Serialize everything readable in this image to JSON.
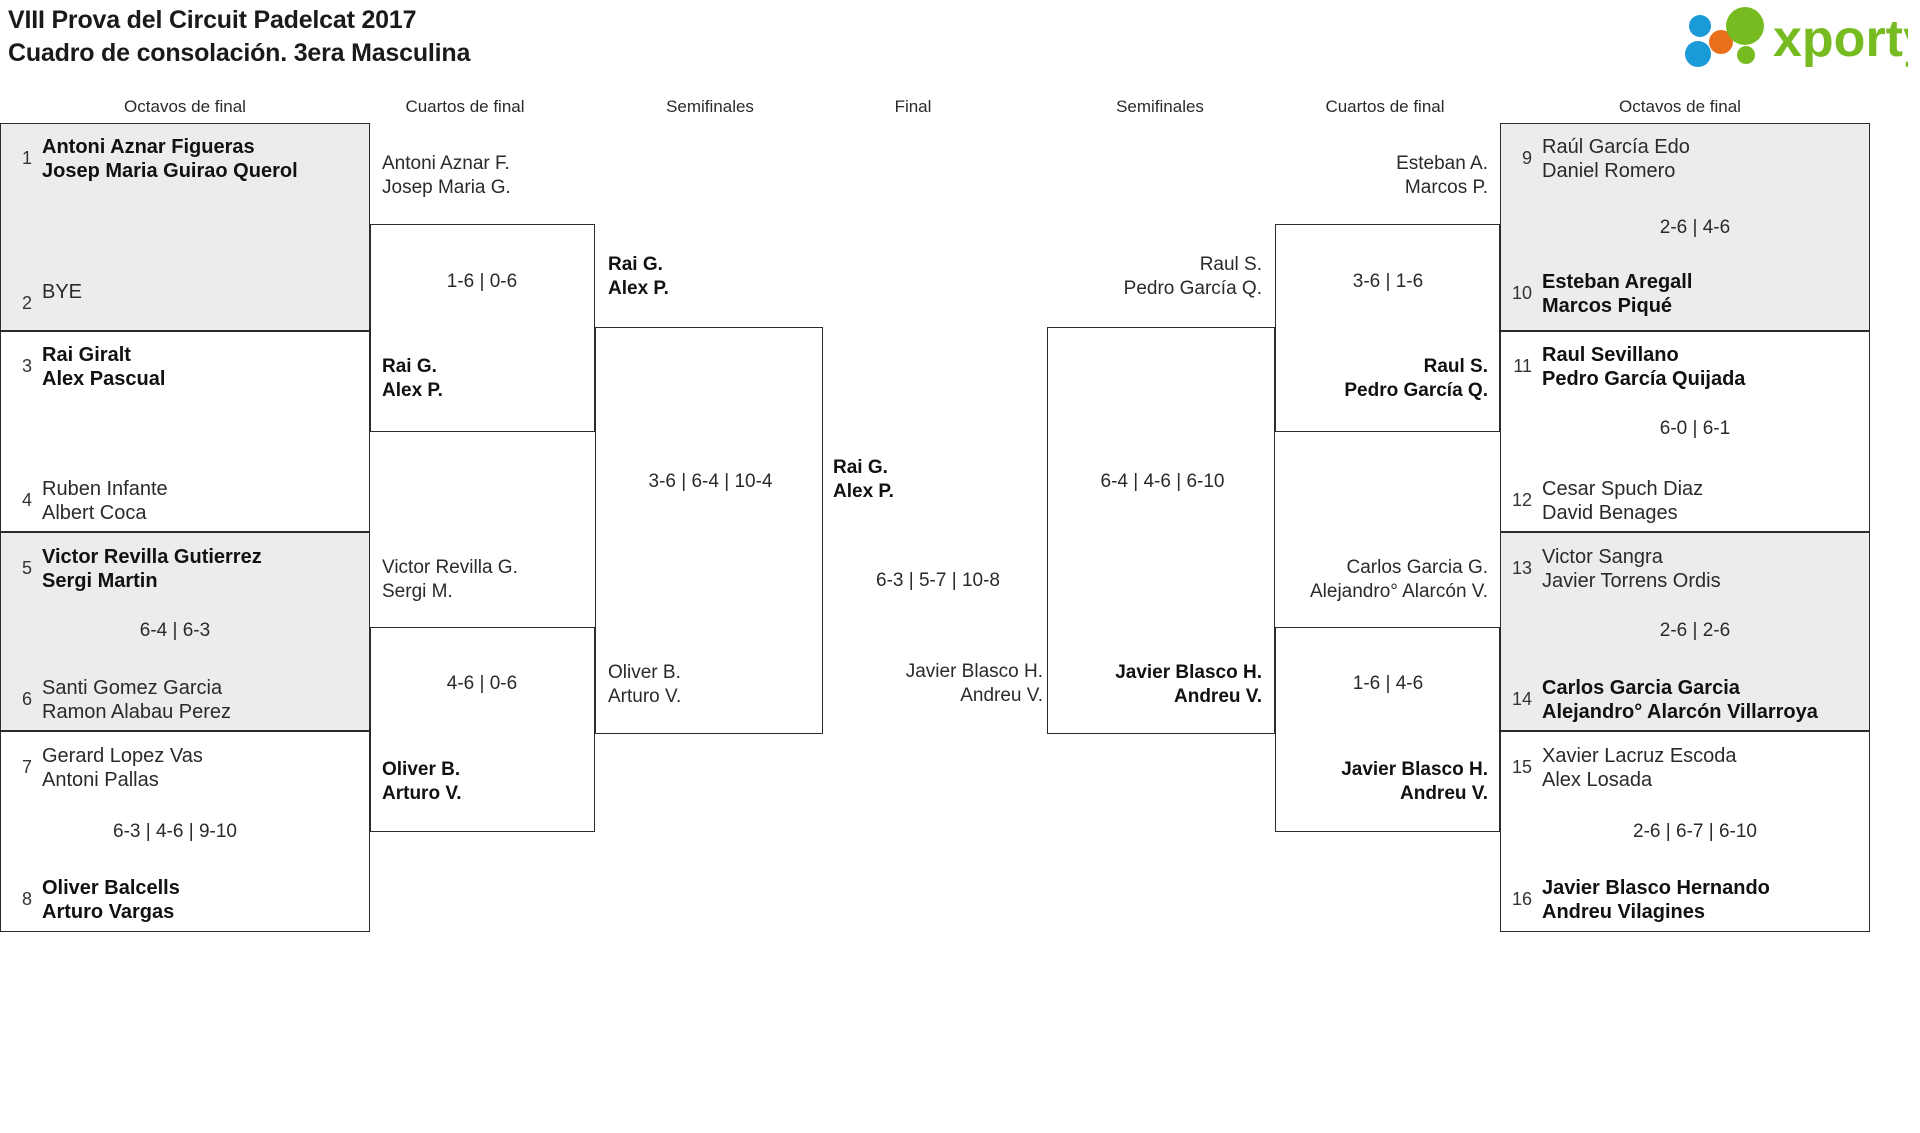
{
  "header": {
    "title_line1": "VIII Prova del Circuit Padelcat 2017",
    "title_line2": "Cuadro de consolación. 3era Masculina",
    "logo_text": "xporty",
    "logo_colors": {
      "green": "#76bc21",
      "blue": "#1a9ad7",
      "orange": "#e8701a"
    }
  },
  "columns": [
    {
      "label": "Octavos de final"
    },
    {
      "label": "Cuartos de final"
    },
    {
      "label": "Semifinales"
    },
    {
      "label": "Final"
    },
    {
      "label": "Semifinales"
    },
    {
      "label": "Cuartos de final"
    },
    {
      "label": "Octavos de final"
    }
  ],
  "left": {
    "round16": [
      {
        "seed": "1",
        "p1": "Antoni Aznar Figueras",
        "p2": "Josep Maria Guirao Querol",
        "winner": true,
        "shaded": true
      },
      {
        "seed": "2",
        "p1": "BYE",
        "p2": "",
        "winner": false,
        "shaded": true
      },
      {
        "seed": "3",
        "p1": "Rai Giralt",
        "p2": "Alex Pascual",
        "winner": true,
        "shaded": false
      },
      {
        "seed": "4",
        "p1": "Ruben Infante",
        "p2": "Albert Coca",
        "winner": false,
        "shaded": false
      },
      {
        "seed": "5",
        "p1": "Victor Revilla Gutierrez",
        "p2": "Sergi Martin",
        "winner": true,
        "shaded": true
      },
      {
        "seed": "6",
        "p1": "Santi Gomez Garcia",
        "p2": "Ramon Alabau Perez",
        "winner": false,
        "shaded": true
      },
      {
        "seed": "7",
        "p1": "Gerard Lopez Vas",
        "p2": "Antoni Pallas",
        "winner": false,
        "shaded": false
      },
      {
        "seed": "8",
        "p1": "Oliver Balcells",
        "p2": "Arturo Vargas",
        "winner": true,
        "shaded": false
      }
    ],
    "round16_scores": [
      "",
      "6-4 | 6-3",
      "6-3 | 4-6 | 9-10"
    ],
    "quarters": [
      {
        "top_p1": "Antoni Aznar F.",
        "top_p2": "Josep Maria G.",
        "top_win": false,
        "bot_p1": "Rai G.",
        "bot_p2": "Alex P.",
        "bot_win": true,
        "score": "1-6 | 0-6"
      },
      {
        "top_p1": "Victor Revilla G.",
        "top_p2": "Sergi M.",
        "top_win": false,
        "bot_p1": "Oliver B.",
        "bot_p2": "Arturo V.",
        "bot_win": true,
        "score": "4-6 | 0-6"
      }
    ],
    "semifinal": {
      "top_p1": "Rai G.",
      "top_p2": "Alex P.",
      "top_win": true,
      "bot_p1": "Oliver B.",
      "bot_p2": "Arturo V.",
      "bot_win": false,
      "score": "3-6 | 6-4 | 10-4"
    }
  },
  "final": {
    "top_p1": "Rai G.",
    "top_p2": "Alex P.",
    "top_win": true,
    "bot_p1": "Javier Blasco H.",
    "bot_p2": "Andreu V.",
    "bot_win": false,
    "score": "6-3 | 5-7 | 10-8"
  },
  "right": {
    "round16": [
      {
        "seed": "9",
        "p1": "Raúl García Edo",
        "p2": "Daniel Romero",
        "winner": false,
        "shaded": true
      },
      {
        "seed": "10",
        "p1": "Esteban Aregall",
        "p2": "Marcos Piqué",
        "winner": true,
        "shaded": true
      },
      {
        "seed": "11",
        "p1": "Raul Sevillano",
        "p2": "Pedro García Quijada",
        "winner": true,
        "shaded": false
      },
      {
        "seed": "12",
        "p1": "Cesar Spuch Diaz",
        "p2": "David Benages",
        "winner": false,
        "shaded": false
      },
      {
        "seed": "13",
        "p1": "Victor Sangra",
        "p2": "Javier Torrens Ordis",
        "winner": false,
        "shaded": true
      },
      {
        "seed": "14",
        "p1": "Carlos Garcia Garcia",
        "p2": "Alejandro° Alarcón Villarroya",
        "winner": true,
        "shaded": true
      },
      {
        "seed": "15",
        "p1": "Xavier Lacruz Escoda",
        "p2": "Alex Losada",
        "winner": false,
        "shaded": false
      },
      {
        "seed": "16",
        "p1": "Javier Blasco Hernando",
        "p2": "Andreu Vilagines",
        "winner": true,
        "shaded": false
      }
    ],
    "round16_scores": [
      "2-6 | 4-6",
      "6-0 | 6-1",
      "2-6 | 2-6",
      "2-6 | 6-7 | 6-10"
    ],
    "quarters": [
      {
        "top_p1": "Esteban A.",
        "top_p2": "Marcos P.",
        "top_win": false,
        "bot_p1": "Raul S.",
        "bot_p2": "Pedro García Q.",
        "bot_win": true,
        "score": "3-6 | 1-6"
      },
      {
        "top_p1": "Carlos Garcia G.",
        "top_p2": "Alejandro° Alarcón V.",
        "top_win": false,
        "bot_p1": "Javier Blasco H.",
        "bot_p2": "Andreu V.",
        "bot_win": true,
        "score": "1-6 | 4-6"
      }
    ],
    "semifinal": {
      "top_p1": "Raul S.",
      "top_p2": "Pedro García Q.",
      "top_win": false,
      "bot_p1": "Javier Blasco H.",
      "bot_p2": "Andreu V.",
      "bot_win": true,
      "score": "6-4 | 4-6 | 6-10"
    }
  }
}
